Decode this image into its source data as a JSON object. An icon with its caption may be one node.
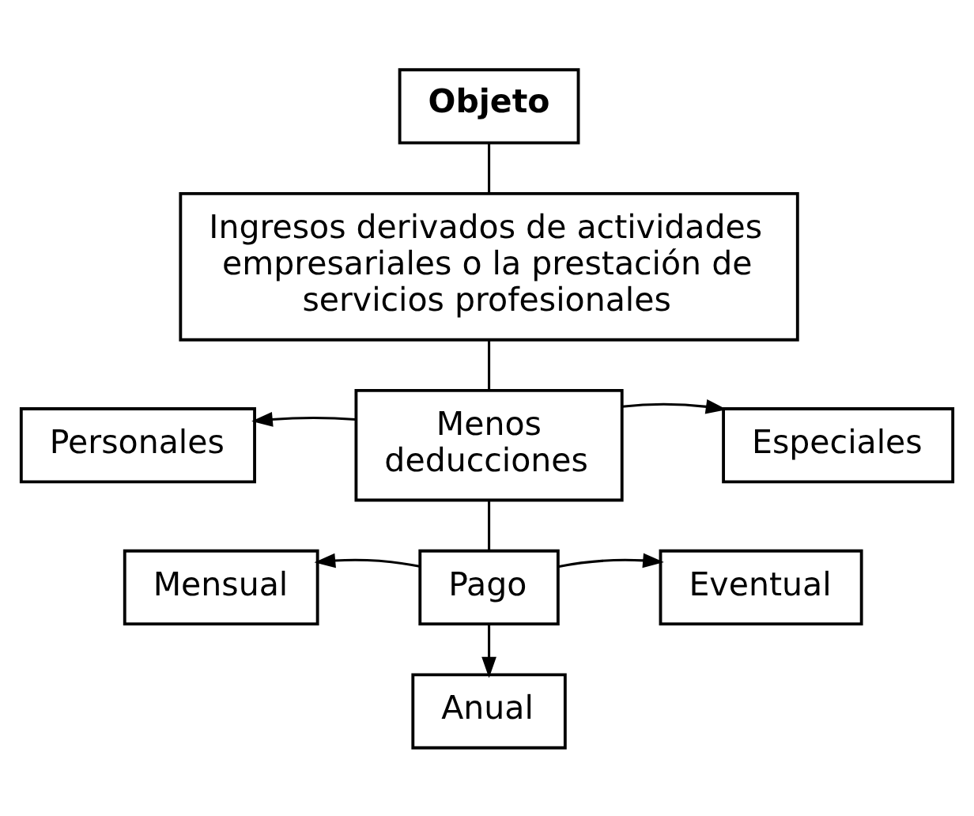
{
  "diagram": {
    "nodes": [
      {
        "text": [
          "Objeto"
        ]
      },
      {
        "text": [
          "Ingresos derivados de actividades empresariales o la prestación de servicios profesionales"
        ]
      },
      {
        "text": [
          "Menos deducciones"
        ]
      },
      {
        "text": [
          "Personales"
        ]
      },
      {
        "text": [
          "Especiales"
        ]
      },
      {
        "text": [
          "Pago"
        ]
      },
      {
        "text": [
          "Mensual"
        ]
      },
      {
        "text": [
          "Eventual"
        ]
      },
      {
        "text": [
          "Anual"
        ]
      }
    ],
    "edges": [
      {
        "from": 0,
        "to": 1,
        "arrow": "none"
      },
      {
        "from": 1,
        "to": 2,
        "arrow": "none"
      },
      {
        "from": 2,
        "to": 3,
        "arrow": "to"
      },
      {
        "from": 2,
        "to": 4,
        "arrow": "to"
      },
      {
        "from": 2,
        "to": 5,
        "arrow": "none"
      },
      {
        "from": 5,
        "to": 6,
        "arrow": "to"
      },
      {
        "from": 5,
        "to": 7,
        "arrow": "to"
      },
      {
        "from": 5,
        "to": 8,
        "arrow": "to"
      }
    ]
  }
}
